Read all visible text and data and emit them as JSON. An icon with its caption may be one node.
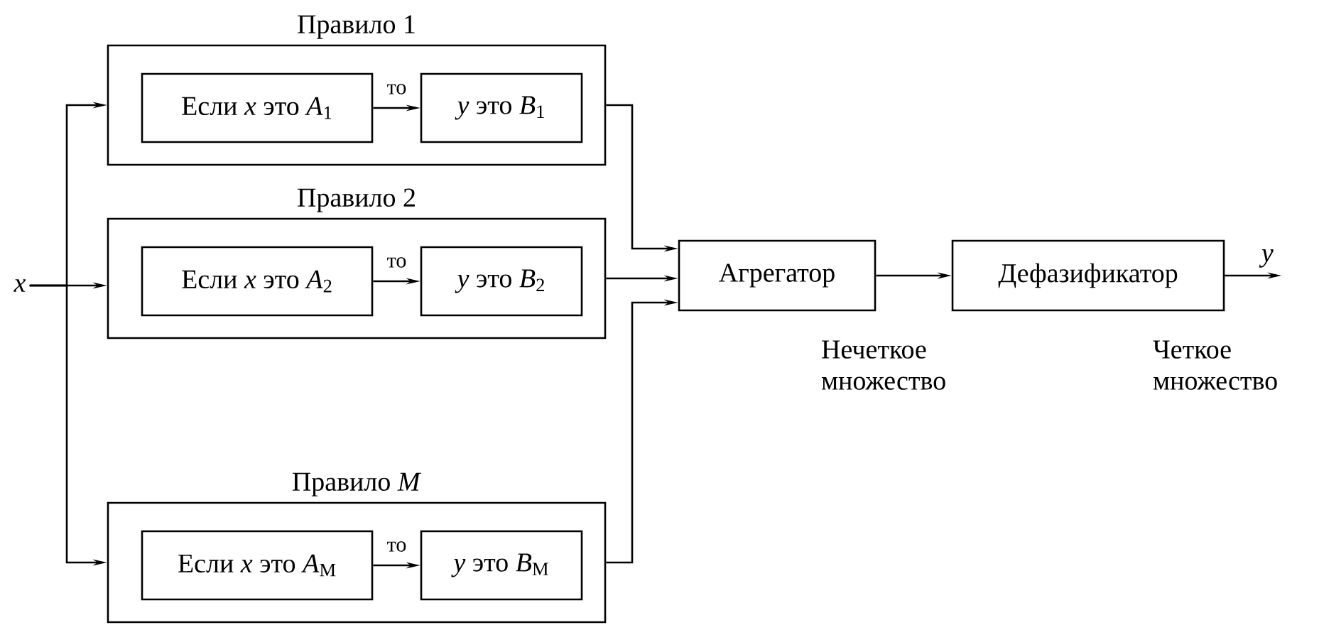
{
  "diagram": {
    "nodes": [
      {
        "text": [
          "x"
        ]
      },
      {
        "text": [
          "Правило 1"
        ]
      },
      {
        "text": [
          "Если *x* это *A*$_{1}$"
        ],
        "in": 1
      },
      {
        "text": [
          "*y* это *B*$_{1}$"
        ],
        "in": 1
      },
      {
        "text": [
          "Правило 2"
        ]
      },
      {
        "text": [
          "Если *x* это *A*$_{2}$"
        ],
        "in": 4
      },
      {
        "text": [
          "*y* это *B*$_{2}$"
        ],
        "in": 4
      },
      {
        "text": [
          "Правило *M*"
        ]
      },
      {
        "text": [
          "Если *x* это *A*$_{M}$"
        ],
        "in": 7
      },
      {
        "text": [
          "*y* это *B*$_{M}$"
        ],
        "in": 7
      },
      {
        "text": [
          "Агрегатор"
        ],
        "beside": [
          "Нечеткое множество"
        ]
      },
      {
        "text": [
          "Дефазификатор"
        ],
        "beside": [
          "Четкое множество"
        ]
      }
    ],
    "edges": [
      {
        "from": 0,
        "to": 1,
        "arrow": "to"
      },
      {
        "from": 0,
        "to": 4,
        "arrow": "to"
      },
      {
        "from": 0,
        "to": 7,
        "arrow": "to"
      },
      {
        "from": 2,
        "to": 3,
        "arrow": "to",
        "label": "то"
      },
      {
        "from": 5,
        "to": 6,
        "arrow": "to",
        "label": "то"
      },
      {
        "from": 8,
        "to": 9,
        "arrow": "to",
        "label": "то"
      },
      {
        "from": 1,
        "to": 10,
        "arrow": "to"
      },
      {
        "from": 4,
        "to": 10,
        "arrow": "to"
      },
      {
        "from": 7,
        "to": 10,
        "arrow": "to"
      },
      {
        "from": 10,
        "to": 11,
        "arrow": "to"
      },
      {
        "from": 11,
        "to": null,
        "arrow": "to",
        "label": "y"
      }
    ]
  }
}
